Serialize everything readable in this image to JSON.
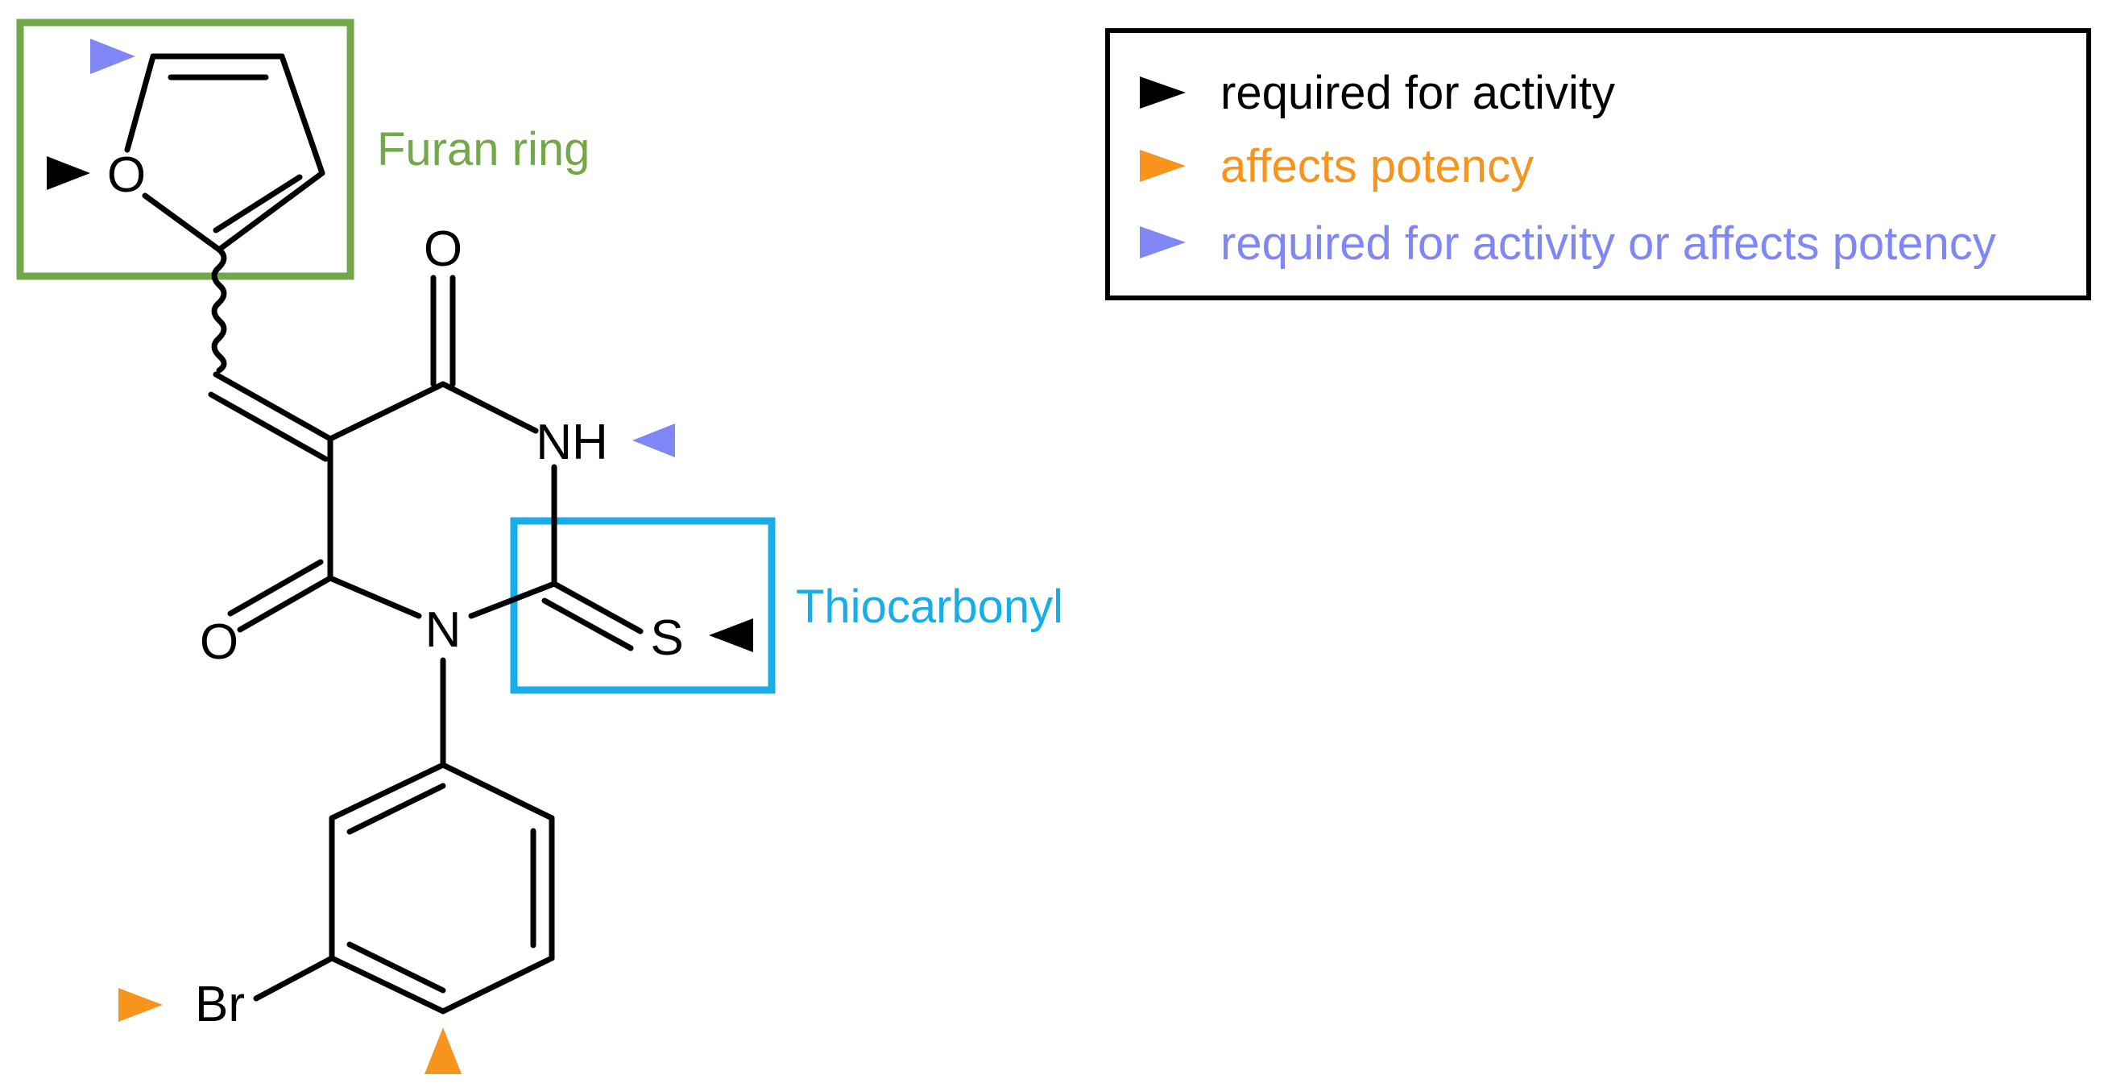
{
  "colors": {
    "required": "#000000",
    "potency": "#f7941d",
    "either": "#7f86f5",
    "furan_box": "#72a84a",
    "thio_box": "#18ade6",
    "bond": "#000000"
  },
  "atoms": {
    "furan_o": "O",
    "carbonyl_o_top": "O",
    "nh": "NH",
    "n": "N",
    "carbonyl_o_left": "O",
    "s": "S",
    "br": "Br"
  },
  "annotations": {
    "furan_ring": "Furan ring",
    "thiocarbonyl": "Thiocarbonyl"
  },
  "legend": {
    "items": [
      {
        "label": "required for activity",
        "color": "#000000"
      },
      {
        "label": "affects potency",
        "color": "#f7941d"
      },
      {
        "label": "required for activity or affects potency",
        "color": "#7f86f5"
      }
    ]
  },
  "markers": [
    {
      "id": "furan-top",
      "color": "#7f86f5",
      "direction": "right"
    },
    {
      "id": "furan-oxygen",
      "color": "#000000",
      "direction": "right"
    },
    {
      "id": "nh",
      "color": "#7f86f5",
      "direction": "left"
    },
    {
      "id": "sulfur",
      "color": "#000000",
      "direction": "left"
    },
    {
      "id": "bromine",
      "color": "#f7941d",
      "direction": "right"
    },
    {
      "id": "aryl-ring",
      "color": "#f7941d",
      "direction": "up"
    }
  ]
}
